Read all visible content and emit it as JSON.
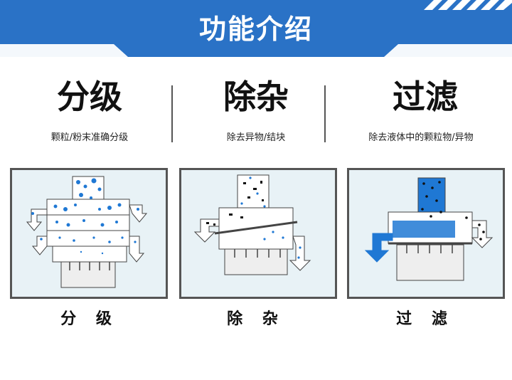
{
  "header": {
    "title": "功能介绍"
  },
  "columns": [
    {
      "title": "分级",
      "description": "颗粒/粉末准确分级",
      "caption": "分 级"
    },
    {
      "title": "除杂",
      "description": "除去异物/结块",
      "caption": "除 杂"
    },
    {
      "title": "过滤",
      "description": "除去液体中的颗粒物/异物",
      "caption": "过 滤"
    }
  ],
  "colors": {
    "banner_blue": "#2a72c6",
    "particle_blue": "#1f78d4",
    "panel_bg": "#e8f2f6",
    "panel_border": "#555555"
  }
}
